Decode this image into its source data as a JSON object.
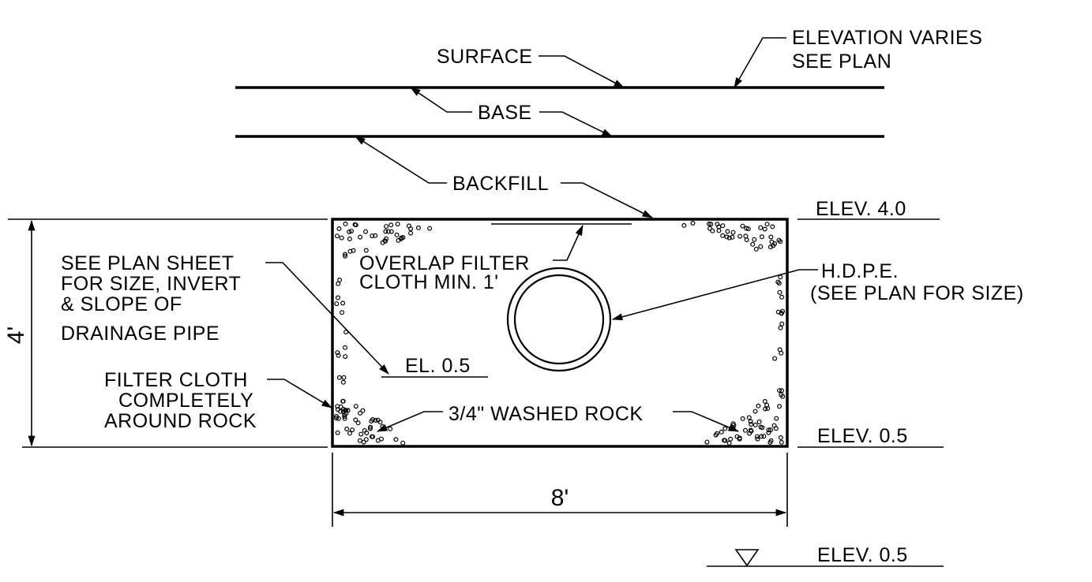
{
  "labels": {
    "surface": "SURFACE",
    "elevation_varies_1": "ELEVATION VARIES",
    "elevation_varies_2": "SEE PLAN",
    "base": "BASE",
    "backfill": "BACKFILL",
    "elev_top": "ELEV. 4.0",
    "overlap_1": "OVERLAP FILTER",
    "overlap_2": "CLOTH MIN. 1'",
    "see_plan_1": "SEE PLAN SHEET",
    "see_plan_2": "FOR SIZE, INVERT",
    "see_plan_3": "& SLOPE OF",
    "see_plan_4": "DRAINAGE PIPE",
    "hdpe_1": "H.D.P.E.",
    "hdpe_2": "(SEE PLAN FOR SIZE)",
    "el_inner": "EL. 0.5",
    "filter_1": "FILTER CLOTH",
    "filter_2": "COMPLETELY",
    "filter_3": "AROUND ROCK",
    "rock": "3/4\" WASHED ROCK",
    "elev_bottom": "ELEV. 0.5",
    "elev_water": "ELEV. 0.5"
  },
  "dimensions": {
    "height": "4'",
    "width": "8'"
  }
}
